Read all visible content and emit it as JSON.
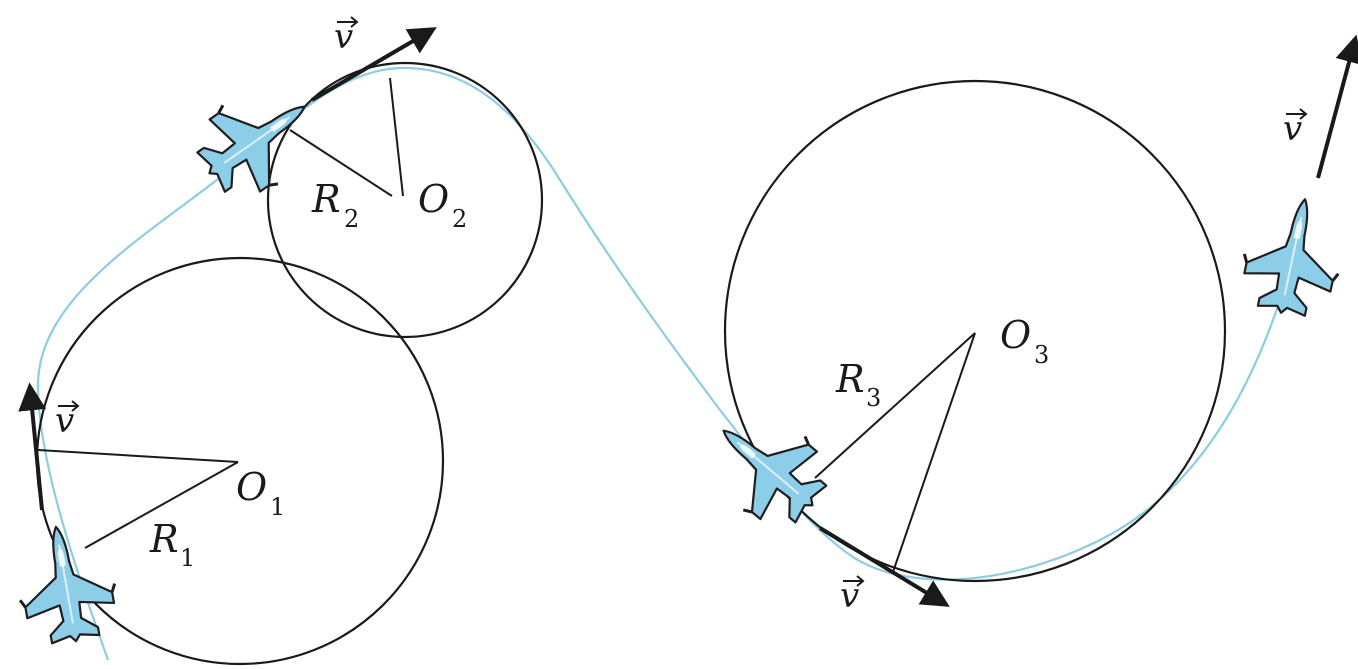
{
  "labels": {
    "velocity": "v",
    "o1": "O",
    "o1_sub": "1",
    "o2": "O",
    "o2_sub": "2",
    "o3": "O",
    "o3_sub": "3",
    "r1": "R",
    "r1_sub": "1",
    "r2": "R",
    "r2_sub": "2",
    "r3": "R",
    "r3_sub": "3"
  },
  "colors": {
    "trajectory": "#8ccde0",
    "plane_fill": "#8ccde8",
    "plane_stroke": "#1e1e1e",
    "lines": "#1a1a1a"
  }
}
